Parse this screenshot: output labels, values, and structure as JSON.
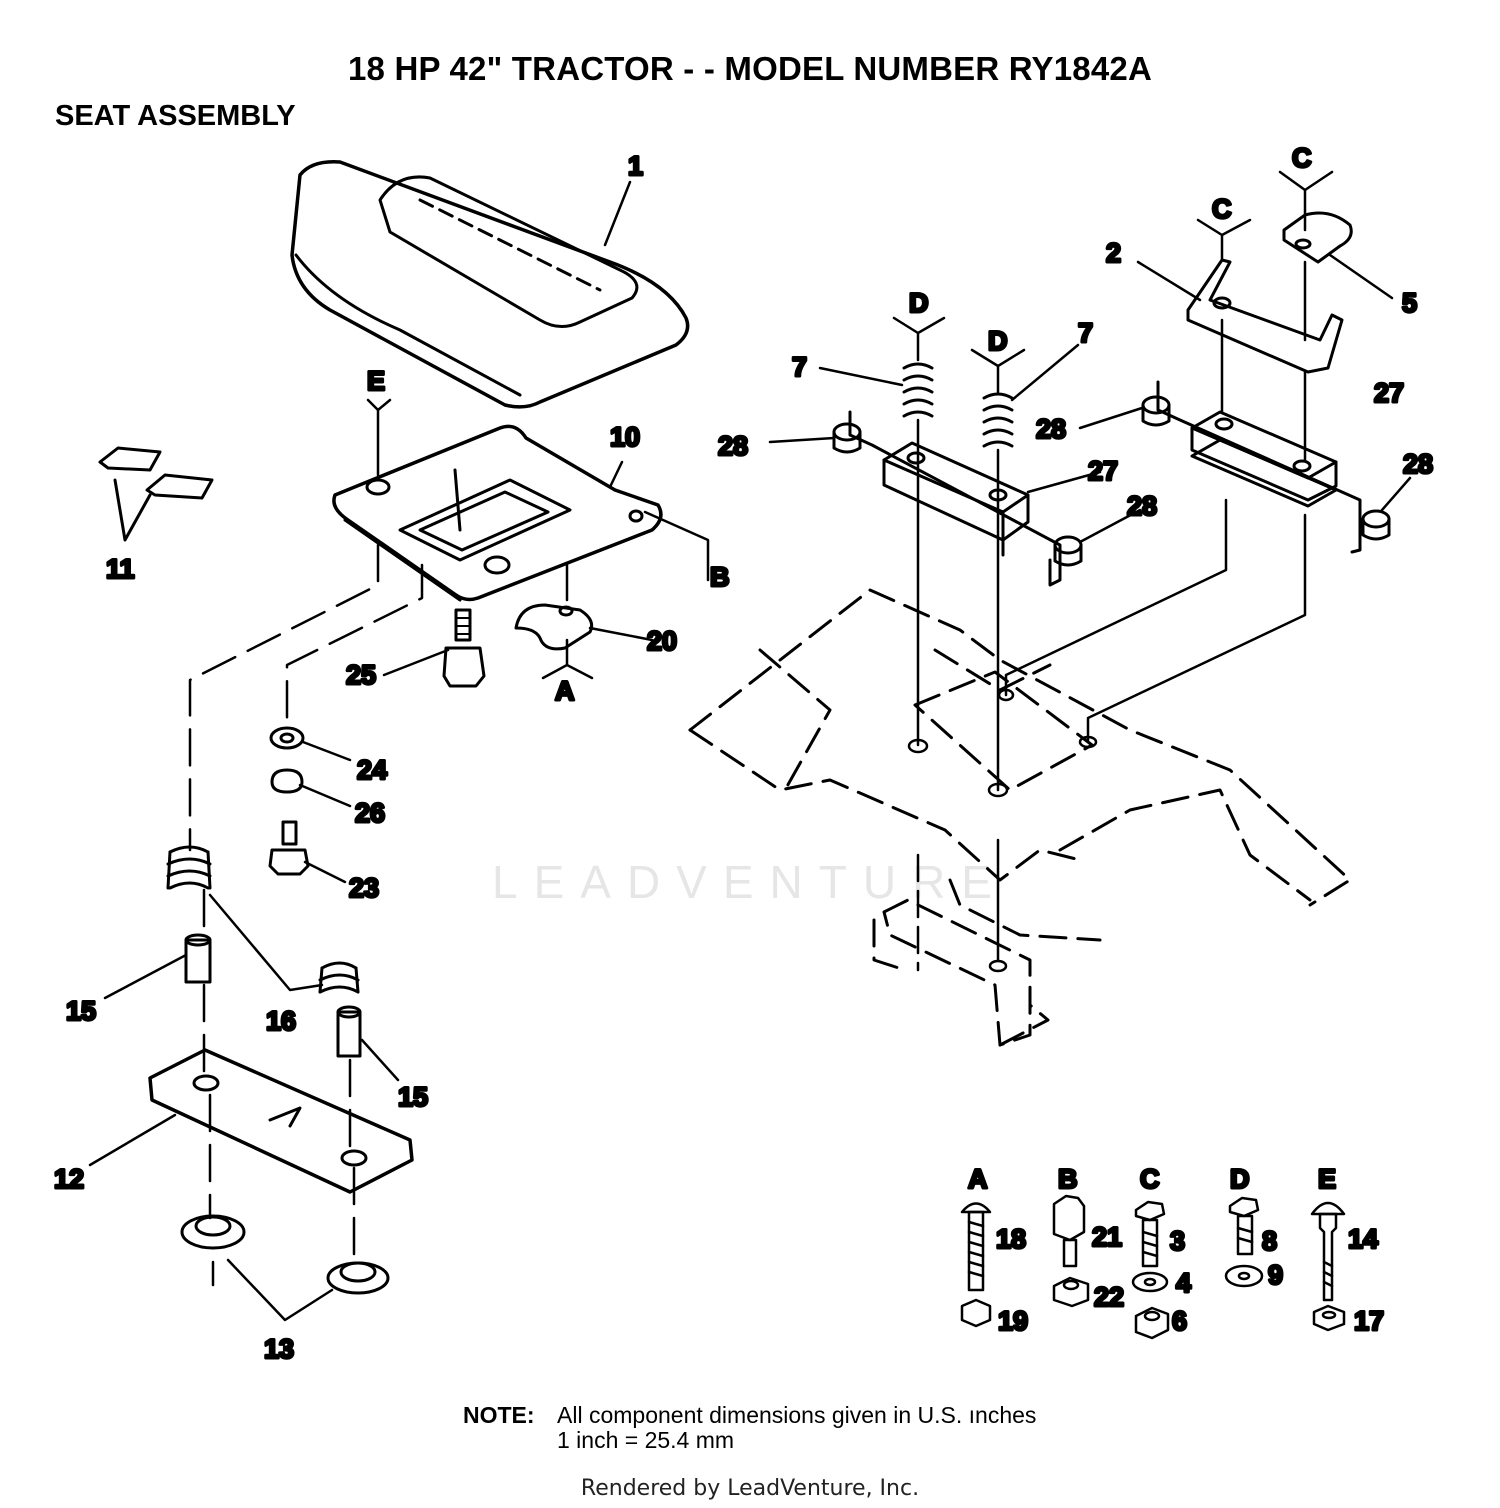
{
  "header": {
    "title": "18 HP 42\" TRACTOR - - MODEL NUMBER RY1842A",
    "section": "SEAT ASSEMBLY"
  },
  "watermark": "LEADVENTURE",
  "callouts": [
    {
      "id": "c1",
      "label": "1"
    },
    {
      "id": "c2",
      "label": "2"
    },
    {
      "id": "c5",
      "label": "5"
    },
    {
      "id": "c7a",
      "label": "7"
    },
    {
      "id": "c7b",
      "label": "7"
    },
    {
      "id": "c10",
      "label": "10"
    },
    {
      "id": "c11",
      "label": "11"
    },
    {
      "id": "c12",
      "label": "12"
    },
    {
      "id": "c13",
      "label": "13"
    },
    {
      "id": "c15a",
      "label": "15"
    },
    {
      "id": "c15b",
      "label": "15"
    },
    {
      "id": "c16",
      "label": "16"
    },
    {
      "id": "c20",
      "label": "20"
    },
    {
      "id": "c23",
      "label": "23"
    },
    {
      "id": "c24",
      "label": "24"
    },
    {
      "id": "c25",
      "label": "25"
    },
    {
      "id": "c26",
      "label": "26"
    },
    {
      "id": "c27a",
      "label": "27"
    },
    {
      "id": "c27b",
      "label": "27"
    },
    {
      "id": "c28a",
      "label": "28"
    },
    {
      "id": "c28b",
      "label": "28"
    },
    {
      "id": "c28c",
      "label": "28"
    },
    {
      "id": "c28d",
      "label": "28"
    }
  ],
  "reference_marks": [
    {
      "id": "refA",
      "label": "A"
    },
    {
      "id": "refB",
      "label": "B"
    },
    {
      "id": "refC1",
      "label": "C"
    },
    {
      "id": "refC2",
      "label": "C"
    },
    {
      "id": "refD1",
      "label": "D"
    },
    {
      "id": "refD2",
      "label": "D"
    },
    {
      "id": "refE",
      "label": "E"
    }
  ],
  "hardware_groups": [
    {
      "letter": "A",
      "parts": [
        "18",
        "19"
      ]
    },
    {
      "letter": "B",
      "parts": [
        "21",
        "22"
      ]
    },
    {
      "letter": "C",
      "parts": [
        "3",
        "4",
        "6"
      ]
    },
    {
      "letter": "D",
      "parts": [
        "8",
        "9"
      ]
    },
    {
      "letter": "E",
      "parts": [
        "14",
        "17"
      ]
    }
  ],
  "note": {
    "label": "NOTE:",
    "line1": "All component dimensions given in U.S. ınches",
    "line2": "1 inch = 25.4 mm"
  },
  "footer": "Rendered by LeadVenture, Inc."
}
